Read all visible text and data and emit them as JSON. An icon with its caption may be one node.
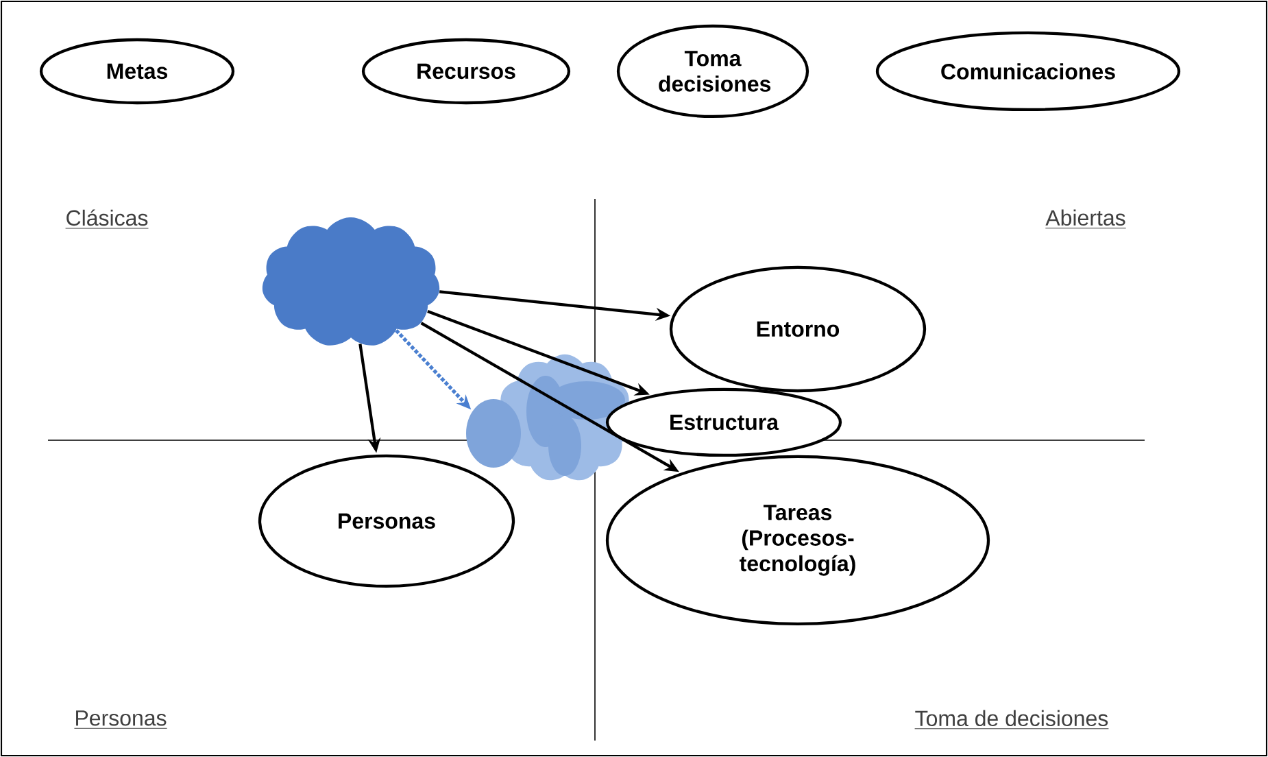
{
  "diagram": {
    "nodes": [
      {
        "text": [
          "Metas"
        ]
      },
      {
        "text": [
          "Recursos"
        ]
      },
      {
        "text": [
          "Toma decisiones"
        ]
      },
      {
        "text": [
          "Comunicaciones"
        ]
      },
      {
        "text": [],
        "shape": "cloud"
      },
      {
        "text": [],
        "shape": "cloud"
      },
      {
        "text": [
          "Entorno"
        ]
      },
      {
        "text": [
          "Estructura"
        ]
      },
      {
        "text": [
          "Personas"
        ]
      },
      {
        "text": [
          "Tareas (Procesos- tecnología)"
        ]
      }
    ],
    "edges": [
      {
        "from": 4,
        "to": 6,
        "arrow": "to"
      },
      {
        "from": 4,
        "to": 7,
        "arrow": "to"
      },
      {
        "from": 4,
        "to": 5,
        "arrow": "to",
        "style": "dashed",
        "color": "#4a7fd0"
      },
      {
        "from": 4,
        "to": 9,
        "arrow": "to"
      },
      {
        "from": 4,
        "to": 8,
        "arrow": "to"
      }
    ],
    "labels": [
      "Clásicas",
      "Abiertas",
      "Personas",
      "Toma de decisiones"
    ]
  }
}
